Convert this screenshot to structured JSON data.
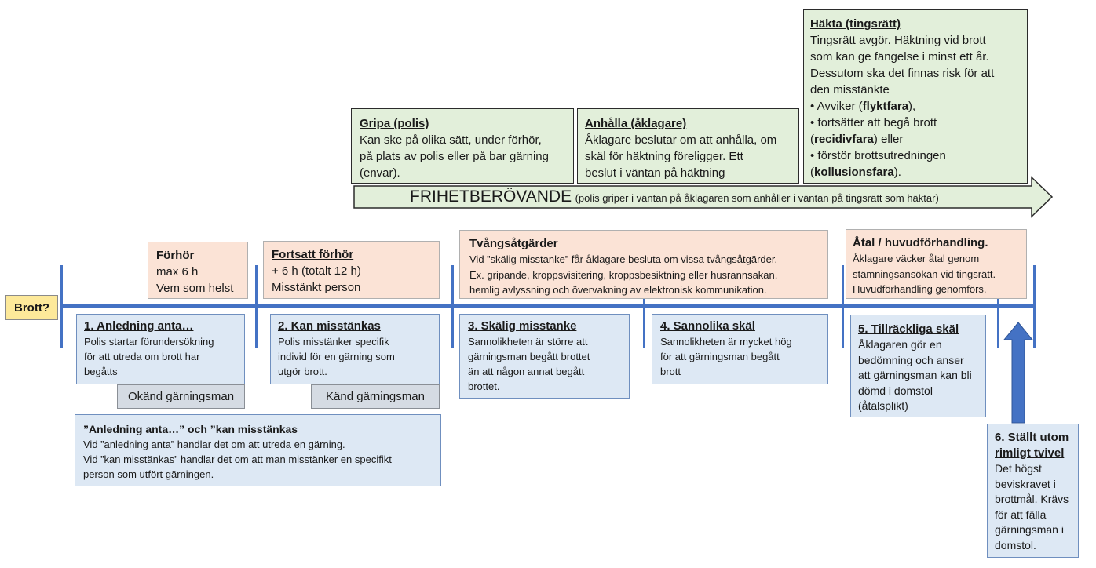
{
  "brott_label": "Brott?",
  "hakta": {
    "title": "Häkta (tingsrätt)",
    "lines": [
      "Tingsrätt avgör. Häktning vid brott",
      "som kan ge fängelse i minst ett år.",
      "Dessutom ska det finnas risk för att",
      "den misstänkte"
    ],
    "bullet1_pre": "• Avviker (",
    "bullet1_bold": "flyktfara",
    "bullet1_post": "),",
    "bullet2": "• fortsätter att begå brott",
    "bullet2b_pre": "(",
    "bullet2b_bold": "recidivfara",
    "bullet2b_post": ") eller",
    "bullet3": "• förstör brottsutredningen",
    "bullet3b_pre": "(",
    "bullet3b_bold": "kollusionsfara",
    "bullet3b_post": ")."
  },
  "gripa": {
    "title": "Gripa (polis)",
    "lines": [
      "Kan ske på olika sätt, under förhör,",
      "på plats av polis eller på bar gärning",
      "(envar)."
    ]
  },
  "anhalla": {
    "title": "Anhålla (åklagare)",
    "lines": [
      "Åklagare beslutar om att anhålla, om",
      "skäl för häktning föreligger. Ett",
      "beslut i väntan på häktning"
    ]
  },
  "arrow": {
    "main": "FRIHETBERÖVANDE",
    "sub": "(polis griper i väntan på åklagaren som anhåller i väntan på tingsrätt som häktar)"
  },
  "forhor": {
    "title": "Förhör",
    "lines": [
      "max 6 h",
      "Vem som helst"
    ]
  },
  "fortsatt": {
    "title": "Fortsatt förhör",
    "lines": [
      "+ 6 h (totalt 12 h)",
      "Misstänkt person"
    ]
  },
  "tvang": {
    "title": "Tvångsåtgärder",
    "lines": [
      "Vid ”skälig misstanke” får åklagare besluta om vissa tvångsåtgärder.",
      "Ex. gripande, kroppsvisitering, kroppsbesiktning eller husrannsakan,",
      "hemlig avlyssning och övervakning av elektronisk kommunikation."
    ]
  },
  "atal": {
    "title": "Åtal / huvudförhandling.",
    "lines": [
      "Åklagare väcker åtal genom",
      "stämningsansökan vid tingsrätt.",
      "Huvudförhandling genomförs."
    ]
  },
  "step1": {
    "title": "1. Anledning anta…",
    "lines": [
      "Polis startar förundersökning",
      "för att utreda om brott har",
      "begåtts"
    ]
  },
  "step2": {
    "title": "2. Kan misstänkas",
    "lines": [
      "Polis misstänker specifik",
      "individ för en gärning som",
      "utgör brott."
    ]
  },
  "step3": {
    "title": "3. Skälig misstanke",
    "lines": [
      "Sannolikheten är större att",
      "gärningsman begått brottet",
      "än att någon annat begått",
      "brottet."
    ]
  },
  "step4": {
    "title": "4. Sannolika skäl",
    "lines": [
      "Sannolikheten är mycket hög",
      "för att gärningsman begått",
      "brott"
    ]
  },
  "step5": {
    "title": "5. Tillräckliga skäl",
    "lines": [
      "Åklagaren gör en",
      "bedömning och anser",
      "att gärningsman kan bli",
      "dömd i domstol",
      "(åtalsplikt)"
    ]
  },
  "step6": {
    "title_lines": [
      "6. Ställt utom",
      "rimligt tvivel"
    ],
    "lines": [
      "Det högst",
      "beviskravet i",
      "brottmål. Krävs",
      "för att fälla",
      "gärningsman i",
      "domstol."
    ]
  },
  "okand": "Okänd gärningsman",
  "kand": "Känd gärningsman",
  "note": {
    "title": "”Anledning anta…” och ”kan misstänkas",
    "lines": [
      "Vid ”anledning anta” handlar det om att utreda en gärning.",
      "Vid ”kan misstänkas” handlar det om att man misstänker en specifikt",
      "person som utfört gärningen."
    ]
  },
  "colors": {
    "timeline": "#4472c4",
    "green": "#e2efda",
    "peach": "#fbe3d6",
    "blue": "#dde8f4",
    "yellow": "#fde99a"
  }
}
